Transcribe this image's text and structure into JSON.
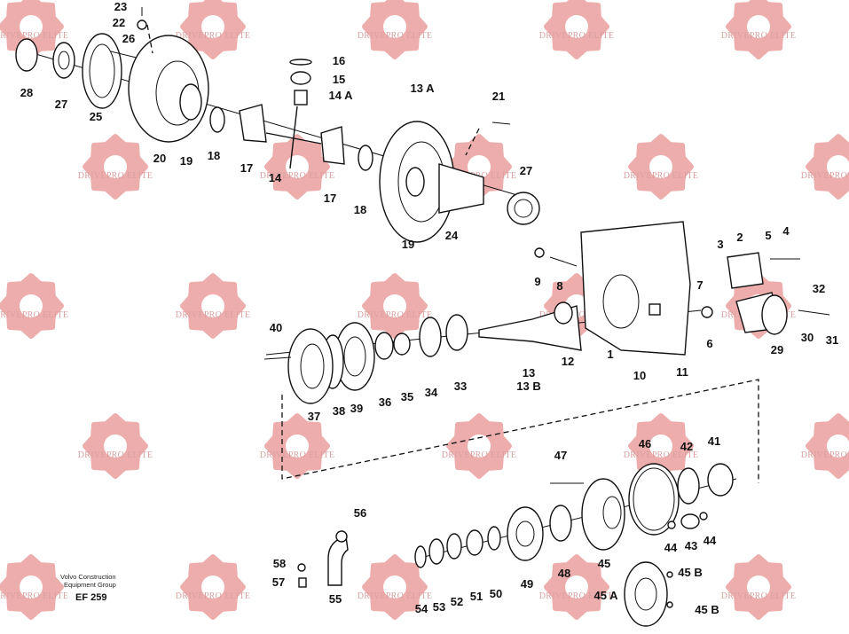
{
  "watermark": {
    "text": "DRIVEPRO ELITE",
    "color": "#e06b6b"
  },
  "brand": {
    "line1": "Volvo Construction",
    "line2": "Equipment Group"
  },
  "figure_code": "EF 259",
  "callouts": [
    "1",
    "2",
    "3",
    "4",
    "5",
    "6",
    "7",
    "8",
    "9",
    "10",
    "11",
    "12",
    "13",
    "13 A",
    "13 B",
    "14",
    "14 A",
    "15",
    "16",
    "17",
    "18",
    "19",
    "20",
    "21",
    "22",
    "23",
    "24",
    "25",
    "26",
    "27",
    "28",
    "29",
    "30",
    "31",
    "32",
    "33",
    "34",
    "35",
    "36",
    "37",
    "38",
    "39",
    "40",
    "41",
    "42",
    "43",
    "44",
    "45",
    "45 A",
    "45 B",
    "46",
    "47",
    "48",
    "49",
    "50",
    "51",
    "52",
    "53",
    "54",
    "55",
    "56",
    "57",
    "58"
  ]
}
